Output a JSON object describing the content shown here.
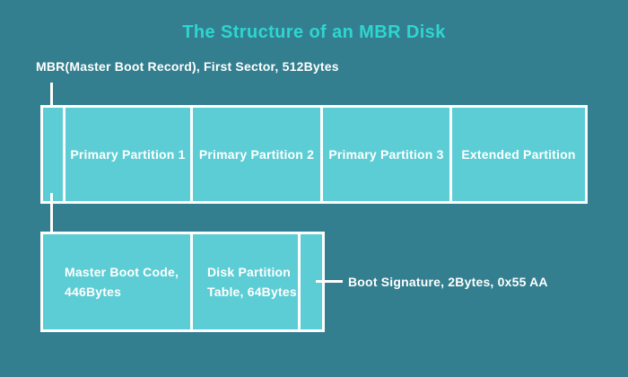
{
  "page": {
    "title": "The Structure of an MBR Disk"
  },
  "colors": {
    "background": "#337F8F",
    "box_fill": "#5CCDD5",
    "box_border": "#FFFFFF",
    "title_accent": "#2FD5CF",
    "text": "#FFFFFF"
  },
  "labels": {
    "mbr_pointer": "MBR(Master Boot Record), First Sector, 512Bytes",
    "boot_signature_pointer": "Boot Signature, 2Bytes, 0x55 AA"
  },
  "disk_row": {
    "sections": [
      {
        "id": "mbr-sector",
        "label": ""
      },
      {
        "id": "primary-partition-1",
        "label": "Primary Partition 1"
      },
      {
        "id": "primary-partition-2",
        "label": "Primary Partition 2"
      },
      {
        "id": "primary-partition-3",
        "label": "Primary Partition 3"
      },
      {
        "id": "extended-partition",
        "label": "Extended Partition"
      }
    ]
  },
  "mbr_detail_row": {
    "sections": [
      {
        "id": "master-boot-code",
        "line1": "Master Boot Code,",
        "line2": "446Bytes"
      },
      {
        "id": "disk-partition-table",
        "line1": "Disk Partition",
        "line2": "Table, 64Bytes"
      },
      {
        "id": "boot-signature",
        "line1": "",
        "line2": ""
      }
    ]
  }
}
